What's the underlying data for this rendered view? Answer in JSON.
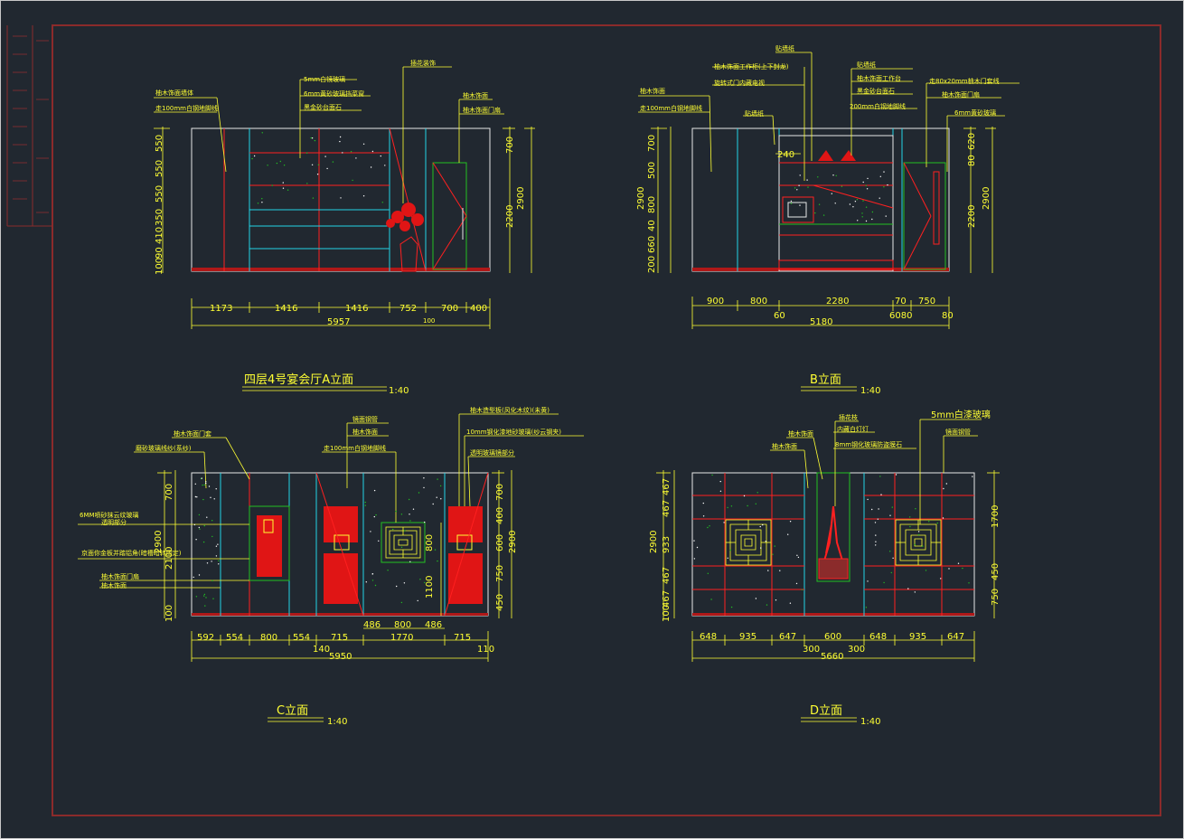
{
  "colors": {
    "background": "#212830",
    "dimension": "#ffff33",
    "wall": "#e8e8e8",
    "frame": "#8b2b2b",
    "red": "#ff2020",
    "cyan": "#22d3e6",
    "green": "#22c022"
  },
  "views": {
    "a": {
      "title": "四层4号宴会厅A立面",
      "scale": "1:40",
      "annotations": [
        "柚木饰面墙体",
        "走100mm白钢地脚线",
        "5mm白镜玻璃",
        "6mm黄砂玻璃挡菜窗",
        "黑金砂台面石",
        "插花装饰",
        "柚木饰面",
        "柚木饰面门扇"
      ],
      "dims_bottom": [
        "1173",
        "1416",
        "1416",
        "752",
        "700",
        "400"
      ],
      "dims_total": "5957",
      "dims_extra": "100",
      "dims_left": [
        "550",
        "550",
        "550",
        "350",
        "410",
        "90",
        "100"
      ],
      "dims_right": [
        "700",
        "2200",
        "2900"
      ]
    },
    "b": {
      "title": "B立面",
      "scale": "1:40",
      "annotations": [
        "贴墙纸",
        "柚木饰面工作柜(上下封龙)",
        "旋转式门内藏电视",
        "柚木饰面",
        "走100mm白钢地脚线",
        "贴墙纸",
        "贴墙纸",
        "柚木饰面工作台",
        "黑金砂台面石",
        "200mm白钢地脚线",
        "走80x20mm柚木门套线",
        "柚木饰面门扇",
        "6mm黄砂玻璃"
      ],
      "dims_bottom": [
        "900",
        "800",
        "2280",
        "70",
        "750"
      ],
      "dims_sub": [
        "60",
        "6080",
        "80"
      ],
      "dims_total": "5180",
      "dims_left": [
        "700",
        "500",
        "800",
        "40",
        "660",
        "200",
        "2900"
      ],
      "dims_right": [
        "620",
        "80",
        "2200",
        "2900"
      ],
      "inner_dim": "240"
    },
    "c": {
      "title": "C立面",
      "scale": "1:40",
      "annotations": [
        "柚木饰面门套",
        "磨砂玻璃线纱(系纱)",
        "镜面钢管",
        "柚木饰面",
        "走100mm白钢地脚线",
        "柚木造型板(风化木纹)(未黄)",
        "10mm钢化漆地砂玻璃(纱云钢夹)",
        "透明玻璃镜部分",
        "6MM喷砂抹云纹玻璃",
        "透明部分",
        "京面你金板并踏铝角(暗槽暗转固定)",
        "柚木饰面门扇",
        "柚木饰面"
      ],
      "dims_bottom": [
        "592",
        "554",
        "800",
        "554",
        "715",
        "1770",
        "715"
      ],
      "dims_mid": [
        "486",
        "800",
        "486"
      ],
      "dims_sub": [
        "140",
        "110"
      ],
      "dims_total": "5950",
      "dims_left": [
        "700",
        "2900",
        "2100",
        "100"
      ],
      "dims_right": [
        "700",
        "400",
        "600",
        "750",
        "450",
        "2900"
      ],
      "dims_inner": [
        "800",
        "1100"
      ]
    },
    "d": {
      "title": "D立面",
      "scale": "1:40",
      "annotations": [
        "插花枝",
        "柚木饰面",
        "内藏白灯灯",
        "柚木饰面",
        "8mm钢化玻璃防盗膜石",
        "5mm白漆玻璃",
        "镜面钢管"
      ],
      "dims_bottom": [
        "648",
        "935",
        "647",
        "600",
        "648",
        "935",
        "647"
      ],
      "dims_sub": [
        "300",
        "300"
      ],
      "dims_total": "5660",
      "dims_left": [
        "467",
        "467",
        "933",
        "467",
        "467",
        "100",
        "2900"
      ],
      "dims_right": [
        "1700",
        "450",
        "750"
      ]
    }
  }
}
